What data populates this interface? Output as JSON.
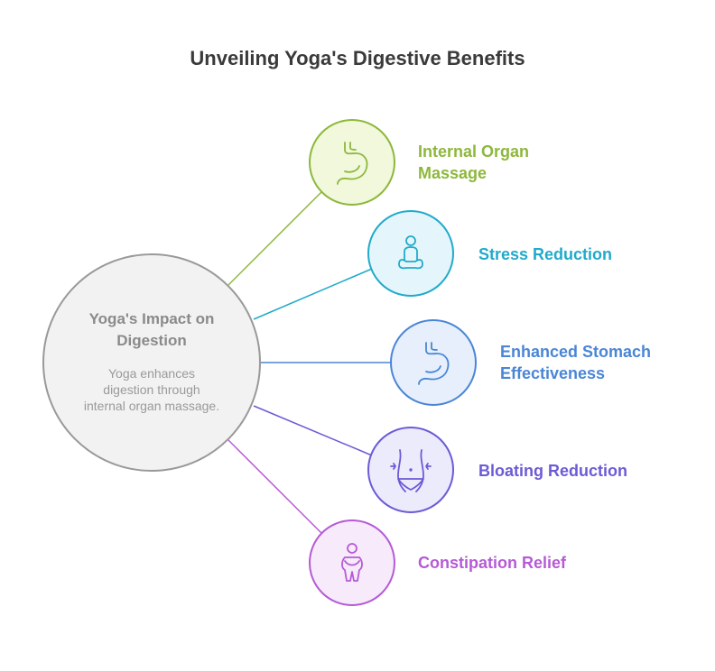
{
  "title": "Unveiling Yoga's Digestive Benefits",
  "center": {
    "title_line1": "Yoga's Impact on",
    "title_line2": "Digestion",
    "desc_line1": "Yoga enhances",
    "desc_line2": "digestion through",
    "desc_line3": "internal organ massage."
  },
  "benefits": [
    {
      "line1": "Internal Organ",
      "line2": "Massage",
      "icon": "stomach-icon",
      "color": "#8db83b",
      "fill": "#f1f8dc"
    },
    {
      "line1": "Stress Reduction",
      "line2": "",
      "icon": "meditation-icon",
      "color": "#21aacb",
      "fill": "#e4f6fb"
    },
    {
      "line1": "Enhanced Stomach",
      "line2": "Effectiveness",
      "icon": "stomach-icon",
      "color": "#4a86d6",
      "fill": "#e6effb"
    },
    {
      "line1": "Bloating Reduction",
      "line2": "",
      "icon": "waist-icon",
      "color": "#6b5bd6",
      "fill": "#ecebfb"
    },
    {
      "line1": "Constipation Relief",
      "line2": "",
      "icon": "person-icon",
      "color": "#b65ad6",
      "fill": "#f7eafb"
    }
  ]
}
